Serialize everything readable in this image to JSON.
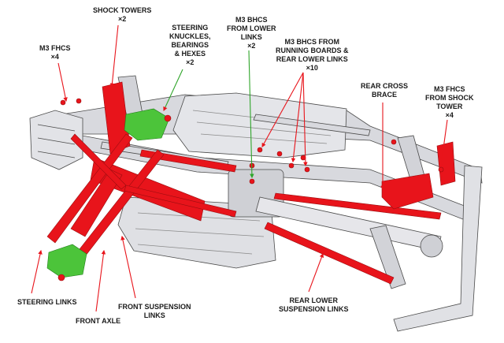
{
  "colors": {
    "highlight_red": "#e8141b",
    "highlight_green": "#4cc43a",
    "chassis_gray": "#d8d9de",
    "outline": "#4a4a4a",
    "leader_red": "#e8141b",
    "leader_green": "#2fa52a"
  },
  "labels": {
    "shock_towers": {
      "line1": "SHOCK TOWERS",
      "line2": "×2"
    },
    "m3_fhcs_front": {
      "line1": "M3 FHCS",
      "line2": "×4"
    },
    "steering_knuckles": {
      "line1": "STEERING",
      "line2": "KNUCKLES,",
      "line3": "BEARINGS",
      "line4": "& HEXES",
      "line5": "×2"
    },
    "m3_bhcs_lower": {
      "line1": "M3 BHCS",
      "line2": "FROM LOWER",
      "line3": "LINKS",
      "line4": "×2"
    },
    "m3_bhcs_running": {
      "line1": "M3 BHCS FROM",
      "line2": "RUNNING BOARDS &",
      "line3": "REAR LOWER LINKS",
      "line4": "×10"
    },
    "rear_cross_brace": {
      "line1": "REAR CROSS",
      "line2": "BRACE"
    },
    "m3_fhcs_rear": {
      "line1": "M3 FHCS",
      "line2": "FROM SHOCK",
      "line3": "TOWER",
      "line4": "×4"
    },
    "steering_links": {
      "line1": "STEERING LINKS"
    },
    "front_axle": {
      "line1": "FRONT AXLE"
    },
    "front_suspension_links": {
      "line1": "FRONT SUSPENSION",
      "line2": "LINKS"
    },
    "rear_lower_suspension_links": {
      "line1": "REAR LOWER",
      "line2": "SUSPENSION LINKS"
    }
  }
}
